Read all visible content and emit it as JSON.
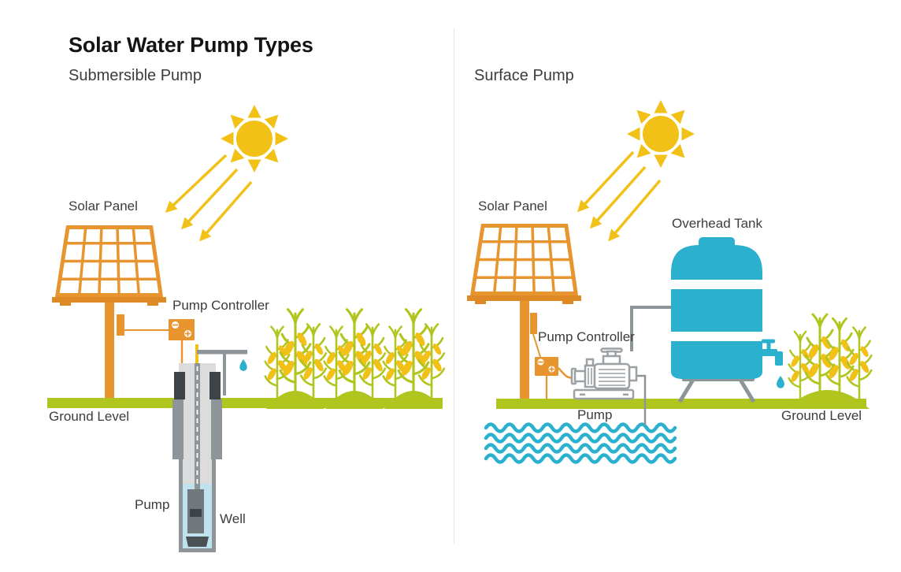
{
  "title": "Solar Water Pump Types",
  "panels": {
    "left": {
      "subtitle": "Submersible Pump",
      "labels": {
        "solar_panel": "Solar Panel",
        "pump_controller": "Pump Controller",
        "ground_level": "Ground Level",
        "pump": "Pump",
        "well": "Well"
      }
    },
    "right": {
      "subtitle": "Surface Pump",
      "labels": {
        "solar_panel": "Solar Panel",
        "pump_controller": "Pump Controller",
        "overhead_tank": "Overhead Tank",
        "pump": "Pump",
        "ground_level": "Ground Level"
      }
    }
  },
  "controller_terminals": {
    "minus": "−",
    "plus": "+"
  },
  "icons": {
    "sun": "sun-icon",
    "sunlight": "diagonal-arrows-icon",
    "water_drop": "teardrop-icon",
    "tap": "faucet-icon",
    "crops": "corn-plants-icon"
  },
  "colors": {
    "sun_yellow": "#F2C117",
    "panel_orange": "#E8952F",
    "panel_orange_dark": "#DD8A26",
    "ground_green": "#B1C51F",
    "water_cyan": "#2BB0CE",
    "well_water_blue": "#BFE2EE",
    "well_light_gray": "#DCDCDC",
    "pipe_gray": "#8E9599",
    "well_dark_gray": "#3E4347",
    "pump_outline_gray": "#9CA1A5",
    "text_dark": "#3C3C3B"
  }
}
